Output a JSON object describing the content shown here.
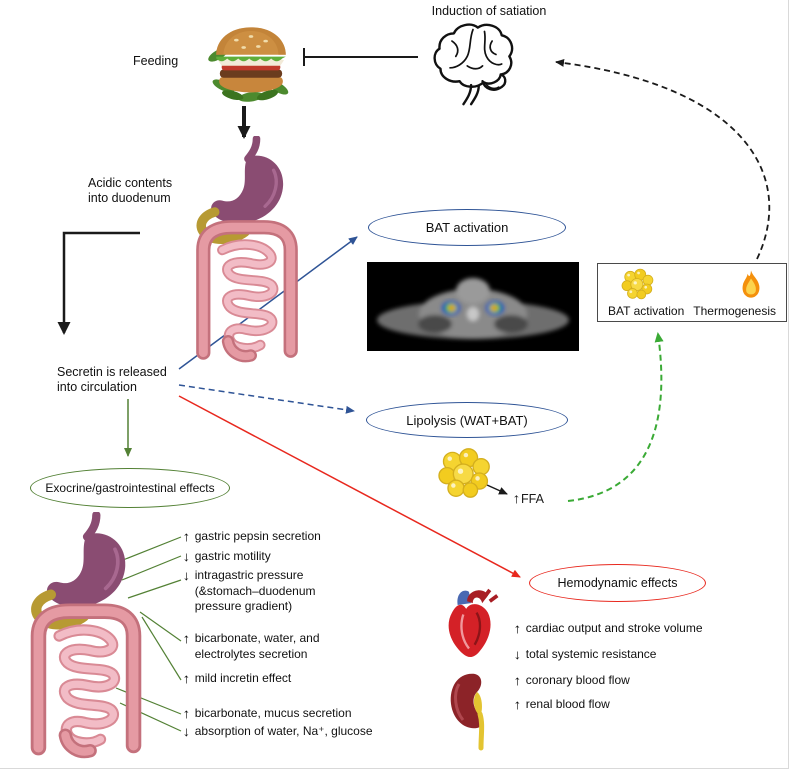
{
  "colors": {
    "black": "#1a1a1a",
    "blue": "#2f5496",
    "green": "#538135",
    "greenb": "#3aaa35",
    "red": "#e8281e"
  },
  "icons": {
    "brain": "brain-line-art",
    "burger": "feeding-burger",
    "gi_tract": "stomach-and-intestines",
    "pet_scan": "pet-ct-bat-activation-scan",
    "fat_cells": "adipocyte-cluster",
    "flame": "thermogenesis-flame",
    "heart": "anatomical-heart",
    "kidney": "kidney"
  },
  "labels": {
    "satiation": "Induction of satiation",
    "feeding": "Feeding",
    "acidic": "Acidic contents\ninto duodenum",
    "secretin": "Secretin is released\ninto circulation"
  },
  "ovals": {
    "bat": "BAT activation",
    "lipolysis": "Lipolysis (WAT+BAT)",
    "exocrine": "Exocrine/gastrointestinal effects",
    "hemodynamic": "Hemodynamic effects"
  },
  "ffa": {
    "arrow": "↑",
    "label": "FFA"
  },
  "thermo_box": {
    "bat_label": "BAT activation",
    "thermo_label": "Thermogenesis"
  },
  "gi_effects": {
    "items": [
      {
        "arrow": "↑",
        "text": "gastric pepsin secretion"
      },
      {
        "arrow": "↓",
        "text": "gastric motility"
      },
      {
        "arrow": "↓",
        "text": "intragastric pressure\n(&stomach–duodenum\npressure gradient)"
      },
      {
        "arrow": "↑",
        "text": "bicarbonate, water, and\nelectrolytes secretion"
      },
      {
        "arrow": "↑",
        "text": "mild incretin effect"
      },
      {
        "arrow": "↑",
        "text": "bicarbonate, mucus secretion"
      },
      {
        "arrow": "↓",
        "text": "absorption of water, Na⁺, glucose"
      }
    ]
  },
  "hemo_effects": {
    "items": [
      {
        "arrow": "↑",
        "text": "cardiac output and stroke volume"
      },
      {
        "arrow": "↓",
        "text": "total systemic resistance"
      },
      {
        "arrow": "↑",
        "text": "coronary blood flow"
      },
      {
        "arrow": "↑",
        "text": "renal blood flow"
      }
    ]
  }
}
